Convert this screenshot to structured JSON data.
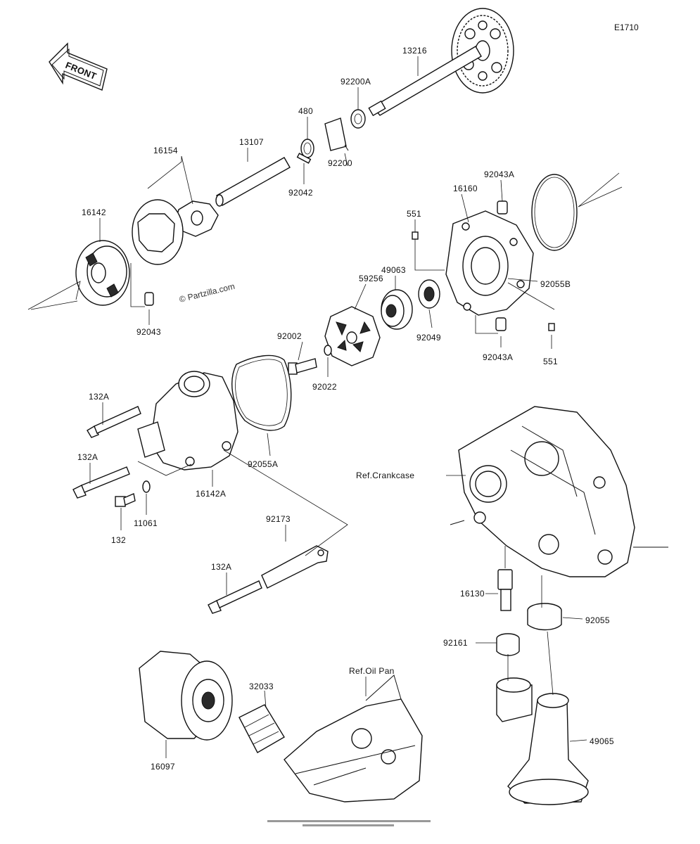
{
  "diagram_code": "E1710",
  "front_label": "FRONT",
  "watermark": "© Partzilla.com",
  "parts": [
    {
      "key": "p13216",
      "label": "13216"
    },
    {
      "key": "p92200A",
      "label": "92200A"
    },
    {
      "key": "p480",
      "label": "480"
    },
    {
      "key": "p92200",
      "label": "92200"
    },
    {
      "key": "p13107",
      "label": "13107"
    },
    {
      "key": "p92042",
      "label": "92042"
    },
    {
      "key": "p16154",
      "label": "16154"
    },
    {
      "key": "p16142",
      "label": "16142"
    },
    {
      "key": "p92043",
      "label": "92043"
    },
    {
      "key": "p16160",
      "label": "16160"
    },
    {
      "key": "p92043A_top",
      "label": "92043A"
    },
    {
      "key": "p551_top",
      "label": "551"
    },
    {
      "key": "p92055B",
      "label": "92055B"
    },
    {
      "key": "p49063",
      "label": "49063"
    },
    {
      "key": "p59256",
      "label": "59256"
    },
    {
      "key": "p92049",
      "label": "92049"
    },
    {
      "key": "p92043A_bot",
      "label": "92043A"
    },
    {
      "key": "p551_bot",
      "label": "551"
    },
    {
      "key": "p92002",
      "label": "92002"
    },
    {
      "key": "p92022",
      "label": "92022"
    },
    {
      "key": "p132A_1",
      "label": "132A"
    },
    {
      "key": "p132A_2",
      "label": "132A"
    },
    {
      "key": "p92055A",
      "label": "92055A"
    },
    {
      "key": "p16142A",
      "label": "16142A"
    },
    {
      "key": "p11061",
      "label": "11061"
    },
    {
      "key": "p132",
      "label": "132"
    },
    {
      "key": "p92173",
      "label": "92173"
    },
    {
      "key": "p132A_3",
      "label": "132A"
    },
    {
      "key": "pRefCrankcase",
      "label": "Ref.Crankcase"
    },
    {
      "key": "p16130",
      "label": "16130"
    },
    {
      "key": "p92055",
      "label": "92055"
    },
    {
      "key": "p92161",
      "label": "92161"
    },
    {
      "key": "pRefOilPan",
      "label": "Ref.Oil Pan"
    },
    {
      "key": "p32033",
      "label": "32033"
    },
    {
      "key": "p16097",
      "label": "16097"
    },
    {
      "key": "p49065",
      "label": "49065"
    }
  ]
}
